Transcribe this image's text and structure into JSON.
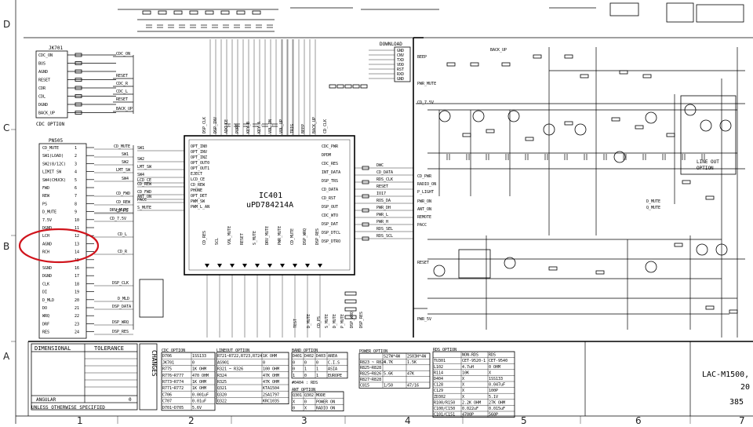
{
  "zones": {
    "rows": [
      "D",
      "C",
      "B",
      "A"
    ],
    "cols": [
      "1",
      "2",
      "3",
      "4",
      "5",
      "6",
      "7"
    ]
  },
  "jk701": {
    "title": "JK701",
    "pins": [
      "CDC_ON",
      "BUS",
      "AGND",
      "RESET",
      "CDR",
      "CDL",
      "DGND",
      "BACK_UP"
    ],
    "signals": [
      "CDC_ON",
      "RESET",
      "CDC_R",
      "CDC_L",
      "RESET",
      "BACK_UP"
    ],
    "option_label": "CDC OPTION"
  },
  "pn505": {
    "title": "PN505",
    "pins": [
      {
        "label": "CD_MUTE",
        "num": "1"
      },
      {
        "label": "SW1(LOAD)",
        "num": "2"
      },
      {
        "label": "SW2(8/12C)",
        "num": "3"
      },
      {
        "label": "LIMIT SW",
        "num": "4"
      },
      {
        "label": "SW4(CHUCK)",
        "num": "5"
      },
      {
        "label": "FWD",
        "num": "6"
      },
      {
        "label": "REW",
        "num": "7"
      },
      {
        "label": "PS",
        "num": "8"
      },
      {
        "label": "D_MUTE",
        "num": "9"
      },
      {
        "label": "7.5V",
        "num": "10"
      },
      {
        "label": "DGND",
        "num": "11"
      },
      {
        "label": "LCH",
        "num": "12"
      },
      {
        "label": "AGND",
        "num": "13"
      },
      {
        "label": "RCH",
        "num": "14"
      },
      {
        "label": "",
        "num": "15"
      },
      {
        "label": "SGND",
        "num": "16"
      },
      {
        "label": "DGND",
        "num": "17"
      },
      {
        "label": "CLK",
        "num": "18"
      },
      {
        "label": "DI",
        "num": "19"
      },
      {
        "label": "D_MLD",
        "num": "20"
      },
      {
        "label": "DO",
        "num": "21"
      },
      {
        "label": "WRQ",
        "num": "22"
      },
      {
        "label": "DRF",
        "num": "23"
      },
      {
        "label": "RES",
        "num": "24"
      }
    ],
    "signals": [
      "CD_MUTE",
      "SW1",
      "SW2",
      "LMT_SW",
      "SW4",
      "CD_FWD",
      "CD_REW",
      "CD_PS",
      "DRV_MUTE",
      "CD_7.5V",
      "CD_L",
      "CD_R",
      "DSP_CLK",
      "D_MLD",
      "DSP_DATA",
      "DSP_WRQ",
      "DSP_RES"
    ]
  },
  "ic401": {
    "ref": "IC401",
    "part": "uPD784214A",
    "left_pins": [
      "SW1",
      "SW2",
      "LMT_SW",
      "SW4",
      "LCD_CE",
      "CD_REW",
      "CD_FWD",
      "ANT_ON",
      "PACC",
      "S_MUTE"
    ],
    "left_pin_labels": [
      "OPT_IN0",
      "OPT_INV",
      "OPT_INZ",
      "OPT_OUT0",
      "OPT_OUT1",
      "EJECT",
      "LCD_CE",
      "CD_REW",
      "PHONE",
      "OPT_DET",
      "PWM_SW",
      "PWM_L_AN"
    ],
    "right_pins": [
      "DWC",
      "CD_DATA",
      "RDS_CLK",
      "RESET",
      "IO17",
      "ROS_DA",
      "PWR_DH",
      "PWR_L",
      "PWR_H",
      "RDS_SEL",
      "RDS_SCL"
    ],
    "right_pin_labels": [
      "CDC_PWR",
      "DPDM",
      "CDC_RES",
      "INT_DATA",
      "DSP_TRS",
      "CD_DATA",
      "CD_RST",
      "DSP_OUT",
      "CDC_WTO",
      "DSP_DAT",
      "DSP_DTCL",
      "DSP_DTRO"
    ],
    "top_pins": [
      "DSP_CLK",
      "DSP_INV",
      "ADC_CE",
      "PORT",
      "KEY_B",
      "KEY_A",
      "VOL_DN",
      "VOL_UP",
      "TRIG",
      "BEEP",
      "BACK_UP",
      "CD_CLK"
    ],
    "bottom_pins": [
      "CD_RES",
      "SCL",
      "VOL_MUTE",
      "RESET",
      "S_MUTE",
      "DRV_MUTE",
      "PWR_MUTE",
      "CD_MUTE",
      "DSP_WRQ",
      "DSP_RES"
    ],
    "extras": [
      "TEST",
      "D_MUTE",
      "CD_PS",
      "S_MUTE",
      "D_MUTE",
      "P_MUTE",
      "DSP_WRQ",
      "DSP_RES"
    ]
  },
  "download": {
    "title": "DOWNLOAD",
    "pins": [
      "GND",
      "CNV",
      "TXD",
      "VDD",
      "RST",
      "RXD",
      "GND"
    ]
  },
  "right_signals": [
    "BEEP",
    "PWR_MUTE",
    "CD_7.5V",
    "CD_PWR",
    "RADIO_ON",
    "P_LIGHT",
    "PWR_ON",
    "ANT_ON",
    "REMOTE",
    "PACC",
    "RESET",
    "PWR_5V",
    "BACK_UP",
    "D_MUTE",
    "Q_MUTE"
  ],
  "right_text": [
    "LINE OUT",
    "OPTION"
  ],
  "title_block": {
    "dimensional": "DIMENSIONAL",
    "tolerance": "TOLERANCE",
    "angular": "ANGULAR",
    "angular_value": "0",
    "unless": "UNLESS OTHERWISE SPECIFIED",
    "changes": "CHANGES",
    "model": "LAC-M1500,",
    "num1": "20",
    "num2": "385"
  },
  "tables": {
    "cdc_option": {
      "title": "CDC OPTION",
      "rows": [
        [
          "D706",
          "1SS133"
        ],
        [
          "JK701",
          "0"
        ],
        [
          "R775",
          "1K OHM"
        ],
        [
          "R776~R777",
          "470 OHM"
        ],
        [
          "R773~R774",
          "1K OHM"
        ],
        [
          "R771~R772",
          "1K OHM"
        ],
        [
          "C706",
          "0.001uF"
        ],
        [
          "C707",
          "0.01uF"
        ],
        [
          "D701~D705",
          "5.6V"
        ]
      ]
    },
    "lineout_option": {
      "title": "LINEOUT OPTION",
      "rows": [
        [
          "R721~R722,R723,R724",
          "1K OHM"
        ],
        [
          "AS901",
          "0"
        ],
        [
          "R321 ~ R326",
          "100 OHM"
        ],
        [
          "R324",
          "47K OHM"
        ],
        [
          "R325",
          "47K OHM"
        ],
        [
          "Q321",
          "KTA1504"
        ],
        [
          "Q320",
          "2SA1797"
        ],
        [
          "Q322",
          "KRC103S"
        ]
      ]
    },
    "band_option": {
      "title": "BAND OPTION",
      "header": [
        "D401",
        "D402",
        "D403",
        "AREA"
      ],
      "rows": [
        [
          "0",
          "0",
          "0",
          "C.I.S"
        ],
        [
          "0",
          "1",
          "1",
          "ASIA"
        ],
        [
          "1",
          "0",
          "1",
          "EUROPE"
        ]
      ]
    },
    "ant_option": {
      "title": "ANT OPTION",
      "sub": "#0404 : RDS",
      "header": [
        "Q301",
        "Q302",
        "MODE"
      ],
      "rows": [
        [
          "X",
          "0",
          "POWER ON"
        ],
        [
          "0",
          "X",
          "RADIO ON"
        ]
      ]
    },
    "power_option": {
      "title": "POWER OPTION",
      "header": [
        "",
        "S27W*4W",
        "2S03H*4W"
      ],
      "rows": [
        [
          "R823 ~ R824",
          "4.7K",
          "1.5K"
        ],
        [
          "R825~R828",
          "",
          ""
        ],
        [
          "R825~R826",
          "5.6K",
          "47K"
        ],
        [
          "R827~R828",
          "",
          ""
        ],
        [
          "C815",
          "1/50",
          "47/16"
        ]
      ]
    },
    "rds_option": {
      "title": "RDS OPTION",
      "header": [
        "",
        "NON-RDS",
        "RDS"
      ],
      "rows": [
        [
          "TU301",
          "CET-9520-1",
          "CET-9540"
        ],
        [
          "L102",
          "4.7uH",
          "0 OHM"
        ],
        [
          "R114",
          "10K",
          "X"
        ],
        [
          "D404",
          "X",
          "1SS133"
        ],
        [
          "C128",
          "X",
          "0.047uF"
        ],
        [
          "C129",
          "X",
          "100P"
        ],
        [
          "ZD302",
          "X",
          "5.1V"
        ],
        [
          "R100/R150",
          "2.2K OHM",
          "27K OHM"
        ],
        [
          "C100/C150",
          "0.022uF",
          "0.015uF"
        ],
        [
          "C101/C151",
          "4700P",
          "560P"
        ]
      ]
    }
  }
}
